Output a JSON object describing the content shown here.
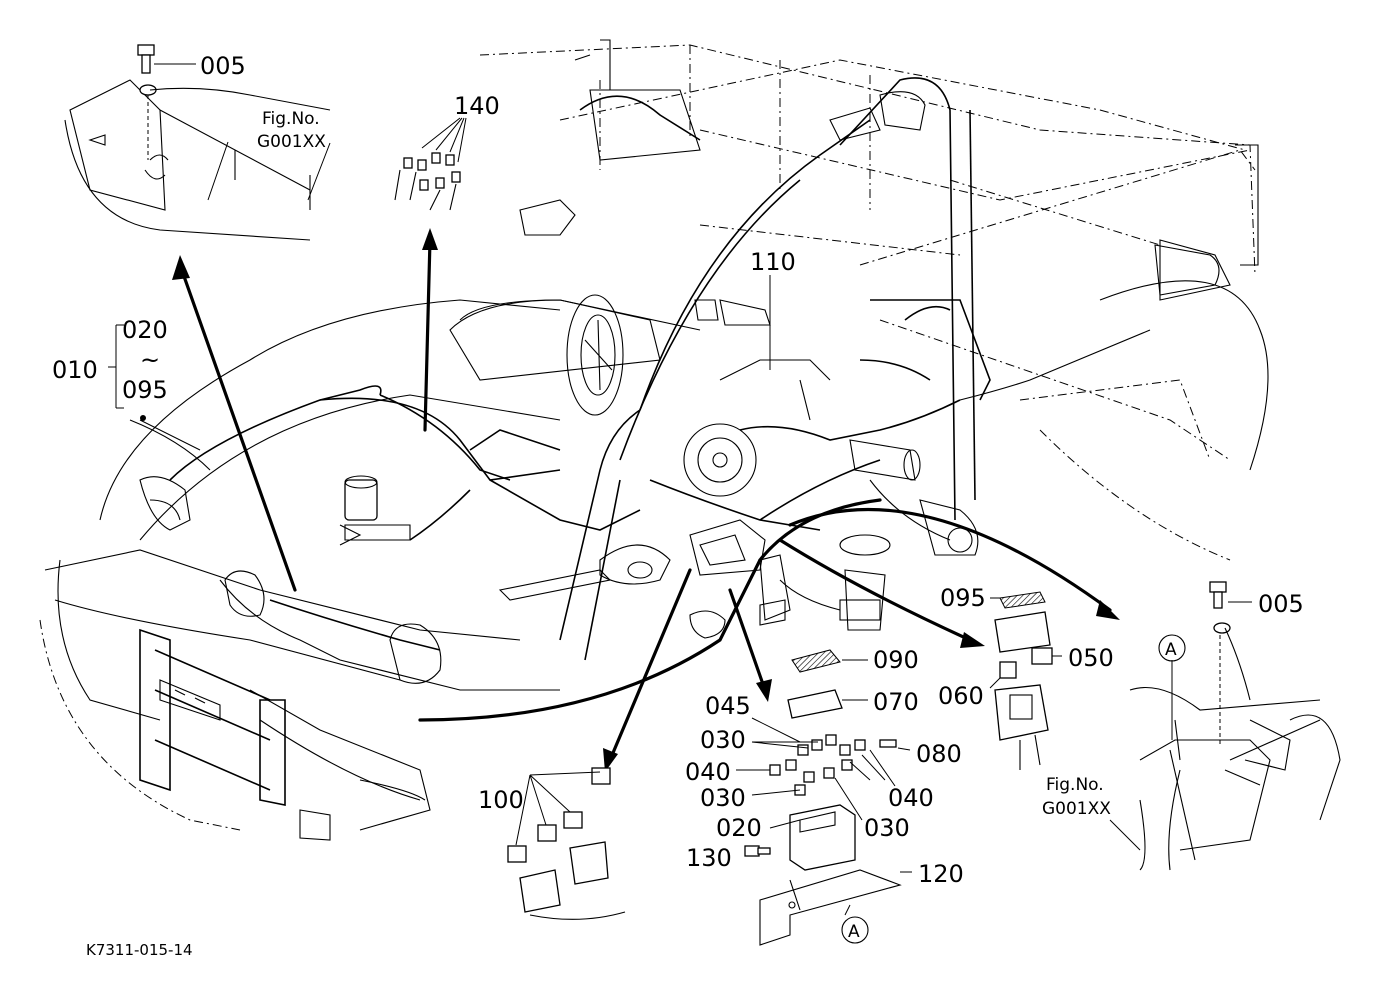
{
  "diagram": {
    "drawing_id": "K7311-015-14",
    "fig_refs": [
      {
        "line1": "Fig.No.",
        "line2": "G001XX"
      },
      {
        "line1": "Fig.No.",
        "line2": "G001XX"
      }
    ],
    "circle_ref": "A",
    "range": {
      "top": "020",
      "tilde": "~",
      "bottom": "095"
    },
    "callouts": {
      "p005a": "005",
      "p005b": "005",
      "p010": "010",
      "p140": "140",
      "p110": "110",
      "p095": "095",
      "p050": "050",
      "p060": "060",
      "p090": "090",
      "p070": "070",
      "p045": "045",
      "p030a": "030",
      "p030b": "030",
      "p030c": "030",
      "p080": "080",
      "p040a": "040",
      "p040b": "040",
      "p020": "020",
      "p130": "130",
      "p120": "120",
      "p100": "100"
    }
  }
}
